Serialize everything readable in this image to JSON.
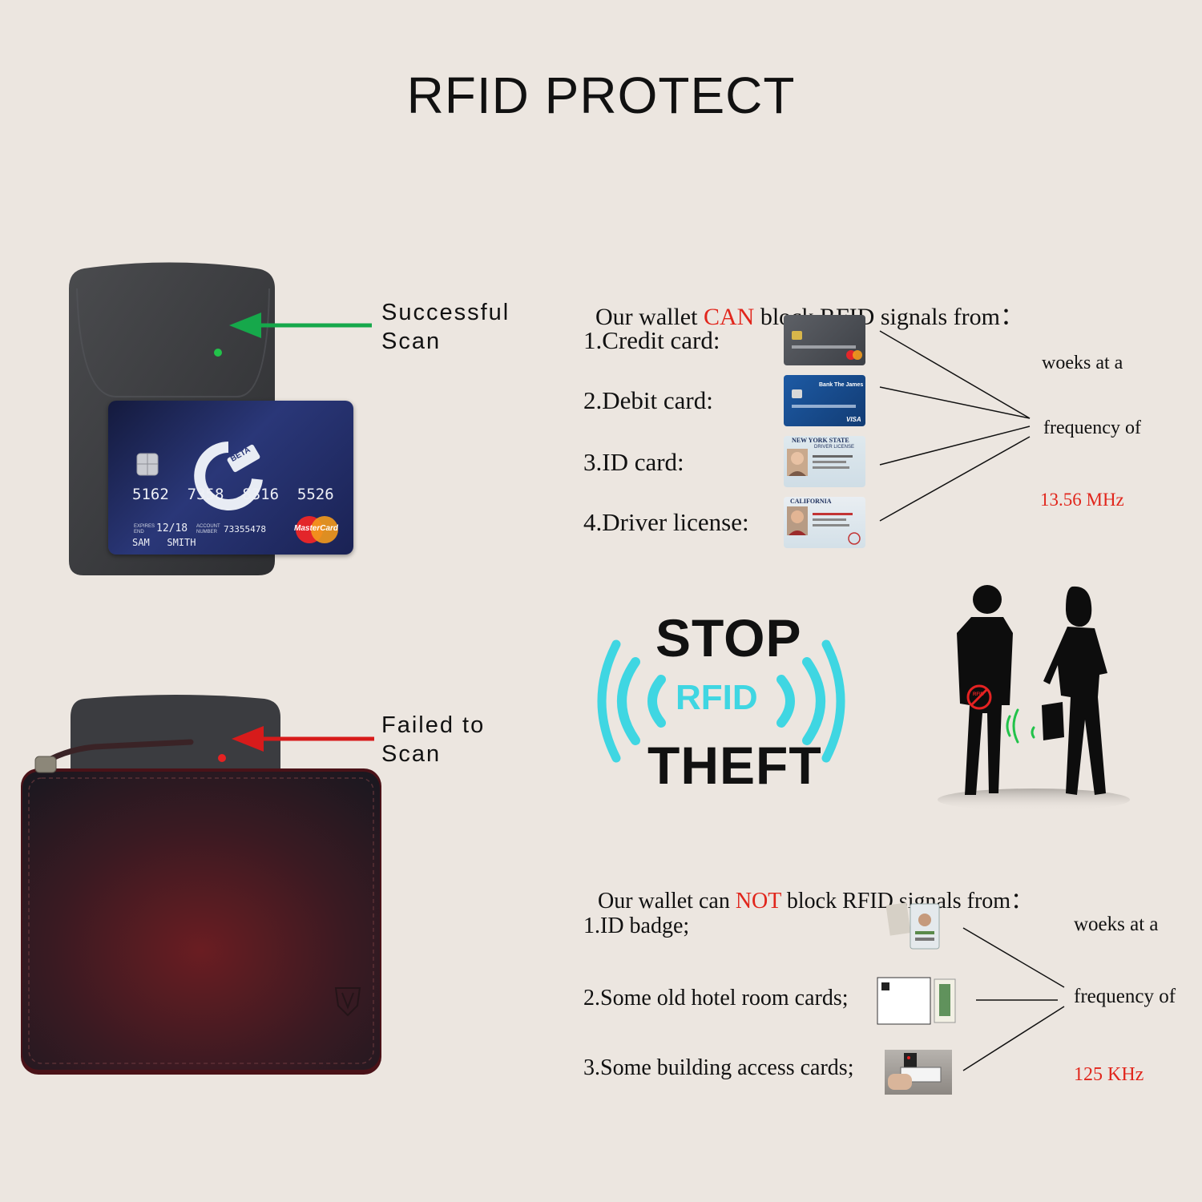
{
  "title": "RFID PROTECT",
  "scan_success": {
    "line1": "Successful",
    "line2": "Scan",
    "arrow_color": "#16a84b",
    "led_color": "#22c24a"
  },
  "scan_fail": {
    "line1": "Failed to",
    "line2": "Scan",
    "arrow_color": "#d71b1b",
    "led_color": "#e52222"
  },
  "sample_card": {
    "number": "5162  7358  8316  5526",
    "expires_label": "EXPIRES END",
    "expiry": "12/18",
    "account_label": "ACCOUNT NUMBER",
    "account": "73355478",
    "holder": "SAM   SMITH",
    "beta": "BETA",
    "brand": "MasterCard"
  },
  "can_block": {
    "lead_pre": "Our wallet ",
    "lead_hl": "CAN",
    "lead_post": " block RFID signals from：",
    "items": [
      "1.Credit card:",
      "2.Debit card:",
      "3.ID card:",
      "4.Driver license:"
    ],
    "note1": "woeks at a",
    "note2": "frequency of",
    "frequency": "13.56 MHz",
    "thumb_labels": {
      "debit_bank": "Bank The James",
      "debit_visa": "VISA",
      "id_state": "NEW YORK STATE",
      "id_type": "DRIVER LICENSE",
      "dl_state": "CALIFORNIA"
    }
  },
  "badge": {
    "word1": "STOP",
    "word2": "RFID",
    "word3": "THEFT",
    "wave_color": "#3fd6e2"
  },
  "scene_icon_label": "RFID",
  "cannot_block": {
    "lead_pre": "Our wallet can ",
    "lead_hl": "NOT",
    "lead_post": " block RFID signals from：",
    "items": [
      "1.ID badge;",
      "2.Some old hotel room cards;",
      "3.Some building access cards;"
    ],
    "note1": "woeks at a",
    "note2": "frequency of",
    "frequency": "125 KHz"
  }
}
